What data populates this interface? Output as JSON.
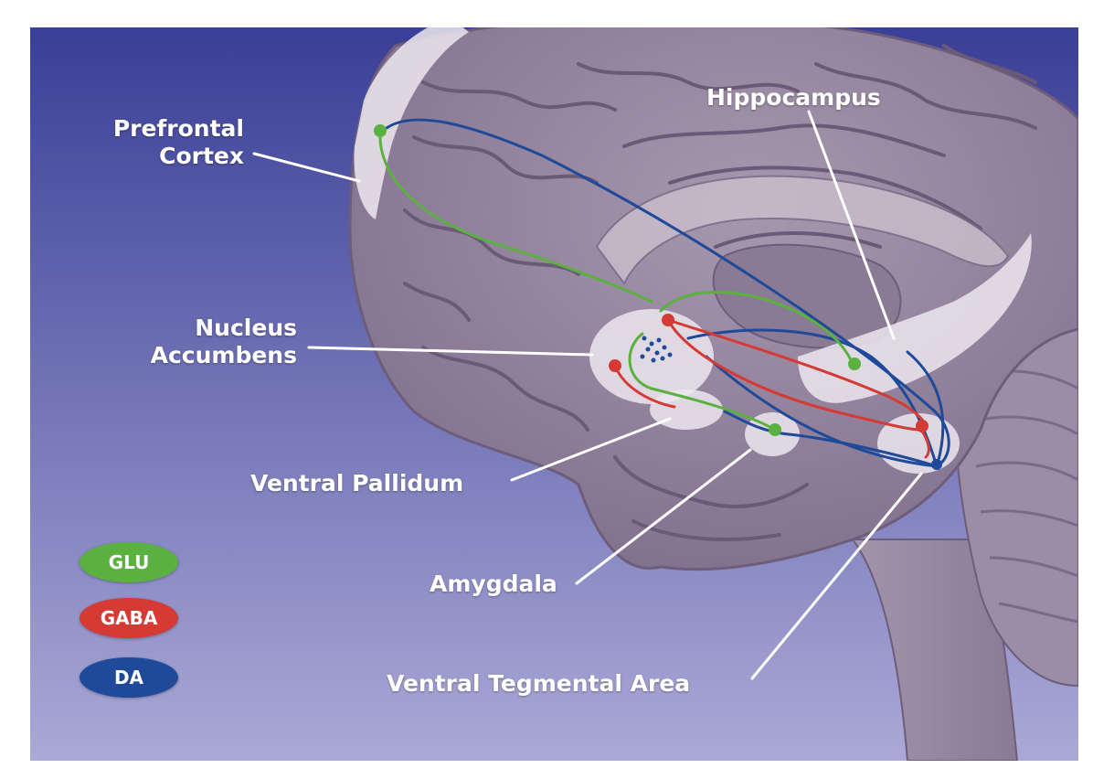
{
  "labels": {
    "prefrontal_cortex": [
      "Prefrontal",
      "Cortex"
    ],
    "hippocampus": "Hippocampus",
    "nucleus_accumbens": [
      "Nucleus",
      "Accumbens"
    ],
    "ventral_pallidum": "Ventral Pallidum",
    "amygdala": "Amygdala",
    "ventral_tegmental_area": "Ventral Tegmental Area"
  },
  "legend": [
    {
      "label": "GLU",
      "color": "#5ab13f"
    },
    {
      "label": "GABA",
      "color": "#d63a34"
    },
    {
      "label": "DA",
      "color": "#1f4a9a"
    }
  ],
  "colors": {
    "background_top": "#3a3f97",
    "background_bottom": "#aaa9d6",
    "brain": "#8f7f9a",
    "region_highlight": "#ece8ee",
    "label_text": "#ffffff"
  }
}
